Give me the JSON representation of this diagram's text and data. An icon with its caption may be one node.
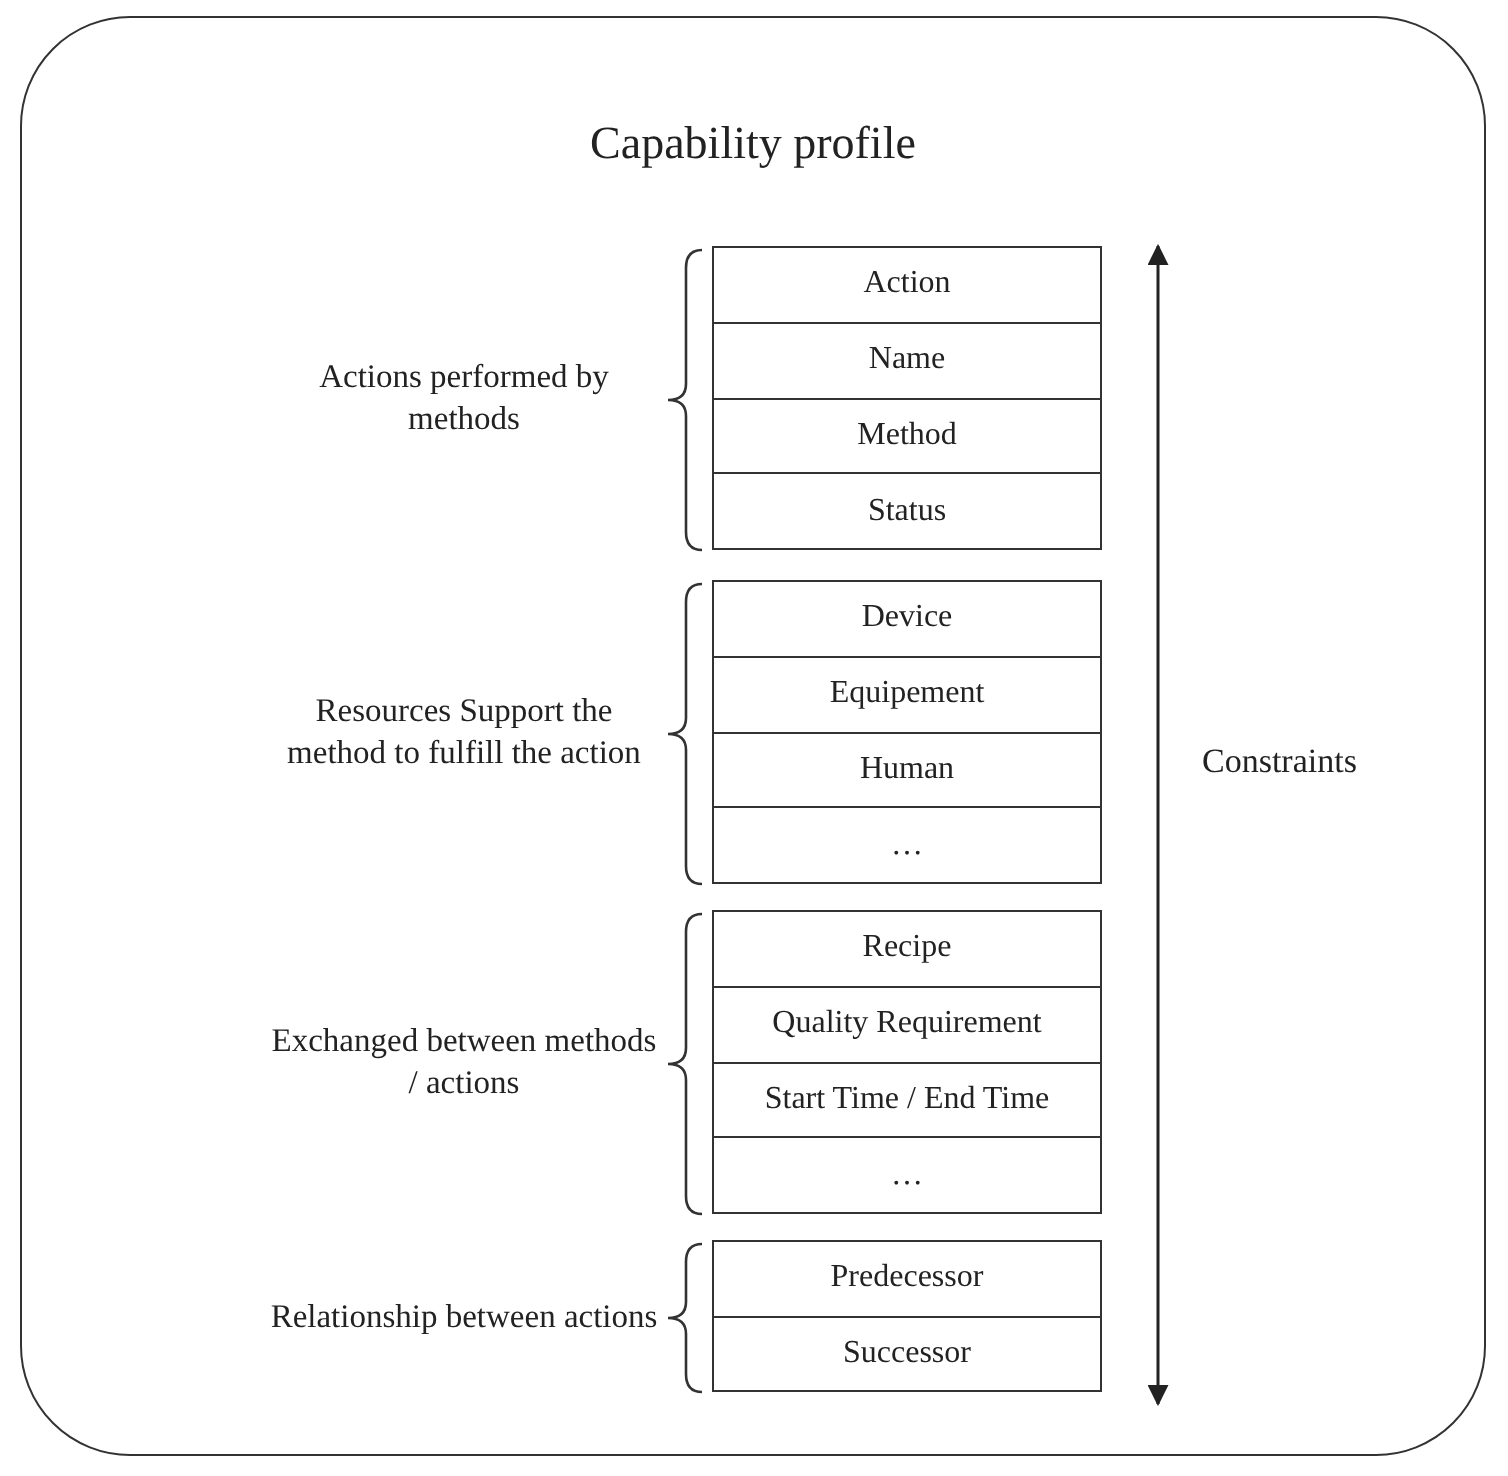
{
  "diagram": {
    "nodes": [
      {
        "text": [
          "Capability profile"
        ]
      },
      {
        "text": [],
        "shape": "box",
        "in": 0,
        "beside": [
          "Actions performed by methods"
        ]
      },
      {
        "text": [
          "Action"
        ],
        "in": 1
      },
      {
        "text": [
          "Name"
        ],
        "in": 1
      },
      {
        "text": [
          "Method"
        ],
        "in": 1
      },
      {
        "text": [
          "Status"
        ],
        "in": 1
      },
      {
        "text": [],
        "shape": "box",
        "in": 0,
        "beside": [
          "Resources Support the method to fulfill the action"
        ]
      },
      {
        "text": [
          "Device"
        ],
        "in": 6
      },
      {
        "text": [
          "Equipement"
        ],
        "in": 6
      },
      {
        "text": [
          "Human"
        ],
        "in": 6
      },
      {
        "text": [
          "…"
        ],
        "in": 6
      },
      {
        "text": [],
        "shape": "box",
        "in": 0,
        "beside": [
          "Exchanged between methods / actions"
        ]
      },
      {
        "text": [
          "Recipe"
        ],
        "in": 11
      },
      {
        "text": [
          "Quality Requirement"
        ],
        "in": 11
      },
      {
        "text": [
          "Start Time / End Time"
        ],
        "in": 11
      },
      {
        "text": [
          "…"
        ],
        "in": 11
      },
      {
        "text": [],
        "shape": "box",
        "in": 0,
        "beside": [
          "Relationship between actions"
        ]
      },
      {
        "text": [
          "Predecessor"
        ],
        "in": 16
      },
      {
        "text": [
          "Successor"
        ],
        "in": 16
      }
    ],
    "labels": [
      "Constraints"
    ]
  }
}
